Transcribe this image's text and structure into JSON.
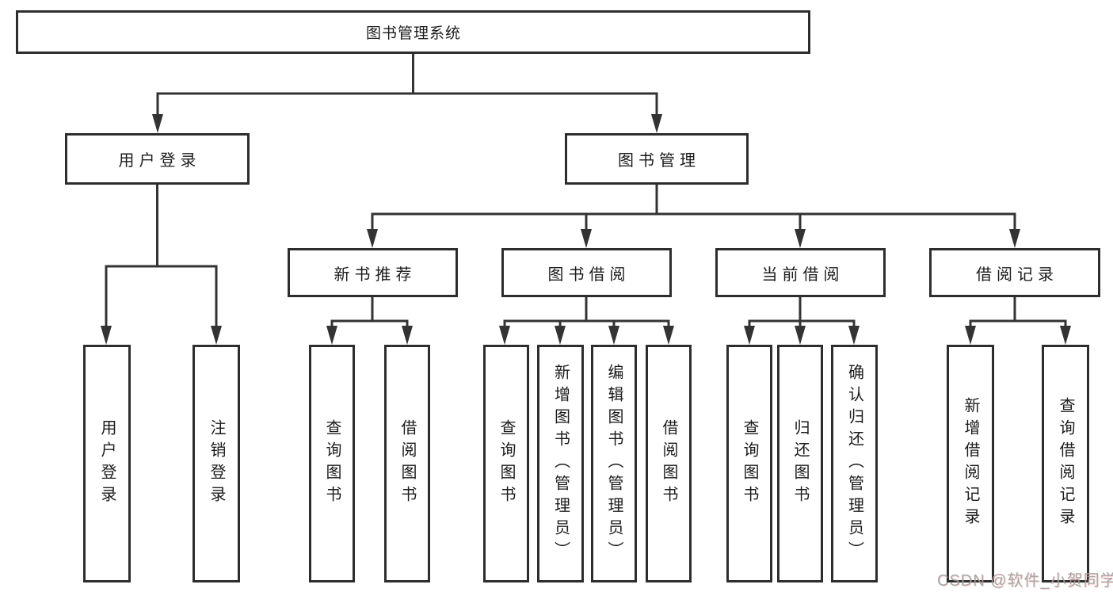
{
  "diagram": {
    "root": {
      "label": "图书管理系统"
    },
    "branches": [
      {
        "label": "用户登录",
        "leaves": [
          {
            "label": "用户登录"
          },
          {
            "label": "注销登录"
          }
        ]
      },
      {
        "label": "图书管理",
        "groups": [
          {
            "label": "新书推荐",
            "leaves": [
              {
                "label": "查询图书"
              },
              {
                "label": "借阅图书"
              }
            ]
          },
          {
            "label": "图书借阅",
            "leaves": [
              {
                "label": "查询图书"
              },
              {
                "label": "新增图书（管理员）"
              },
              {
                "label": "编辑图书（管理员）"
              },
              {
                "label": "借阅图书"
              }
            ]
          },
          {
            "label": "当前借阅",
            "leaves": [
              {
                "label": "查询图书"
              },
              {
                "label": "归还图书"
              },
              {
                "label": "确认归还（管理员）"
              }
            ]
          },
          {
            "label": "借阅记录",
            "leaves": [
              {
                "label": "新增借阅记录"
              },
              {
                "label": "查询借阅记录"
              }
            ]
          }
        ]
      }
    ],
    "colors": {
      "line": "#333333",
      "box_border": "#2d2d2d",
      "text": "#1c1c1c",
      "watermark": "#9e9e9e"
    }
  },
  "watermark": {
    "text": "CSDN @软件_小贺同学"
  }
}
